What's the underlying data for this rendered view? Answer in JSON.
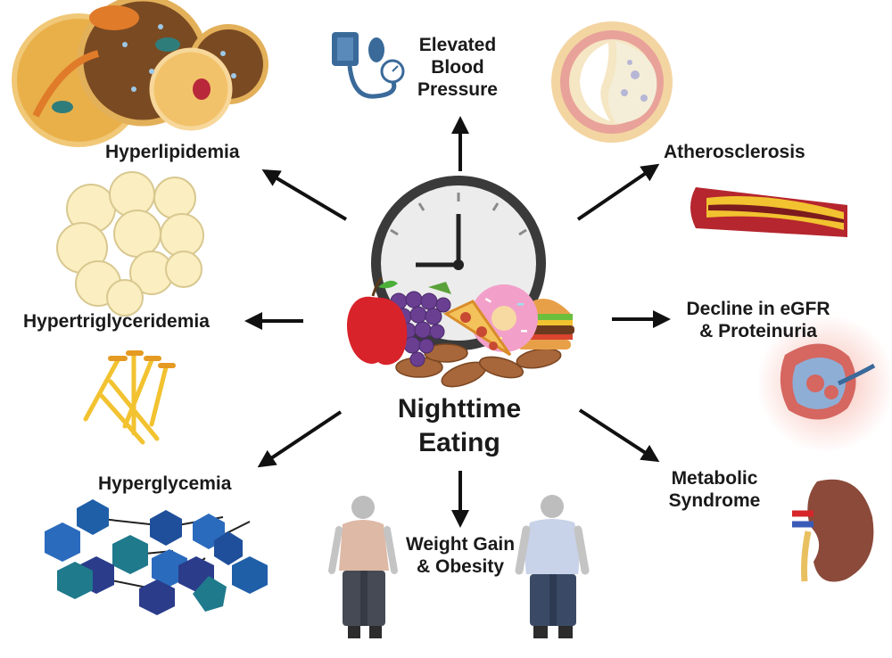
{
  "center": {
    "title": "Nighttime\nEating"
  },
  "effects": {
    "blood_pressure": "Elevated\nBlood\nPressure",
    "hyperlipidemia": "Hyperlipidemia",
    "atherosclerosis": "Atherosclerosis",
    "hypertriglyceridemia": "Hypertriglyceridemia",
    "egfr": "Decline in eGFR\n& Proteinuria",
    "hyperglycemia": "Hyperglycemia",
    "weight": "Weight Gain\n& Obesity",
    "metabolic": "Metabolic\nSyndrome"
  },
  "colors": {
    "text": "#1a1a1a",
    "arrow": "#111111",
    "clock_rim": "#3a3a3a"
  },
  "icons": [
    "clock-icon",
    "food-icon",
    "lipoprotein-icon",
    "bp-monitor-icon",
    "artery-icon",
    "fat-cells-icon",
    "triglyceride-icon",
    "kidney-icon",
    "glucose-icon",
    "person-icon"
  ]
}
